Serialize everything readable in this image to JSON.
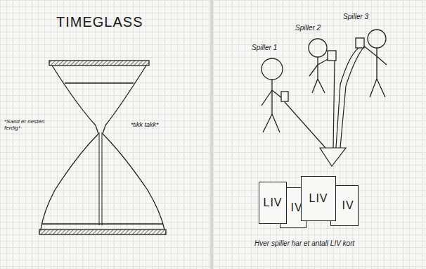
{
  "diagram": {
    "title": "TIMEGLASS",
    "caption": "Hver spiller har et antall LIV kort",
    "nodes": [
      {
        "text": [
          "LIV"
        ]
      },
      {
        "text": [
          "IV"
        ]
      },
      {
        "text": [
          "LIV"
        ]
      },
      {
        "text": [
          "IV"
        ]
      }
    ],
    "labels": [
      "*Sand er nesten ferdig*",
      "*tikk takk*",
      "Spiller 1",
      "Spiller 2",
      "Spiller 3"
    ]
  }
}
